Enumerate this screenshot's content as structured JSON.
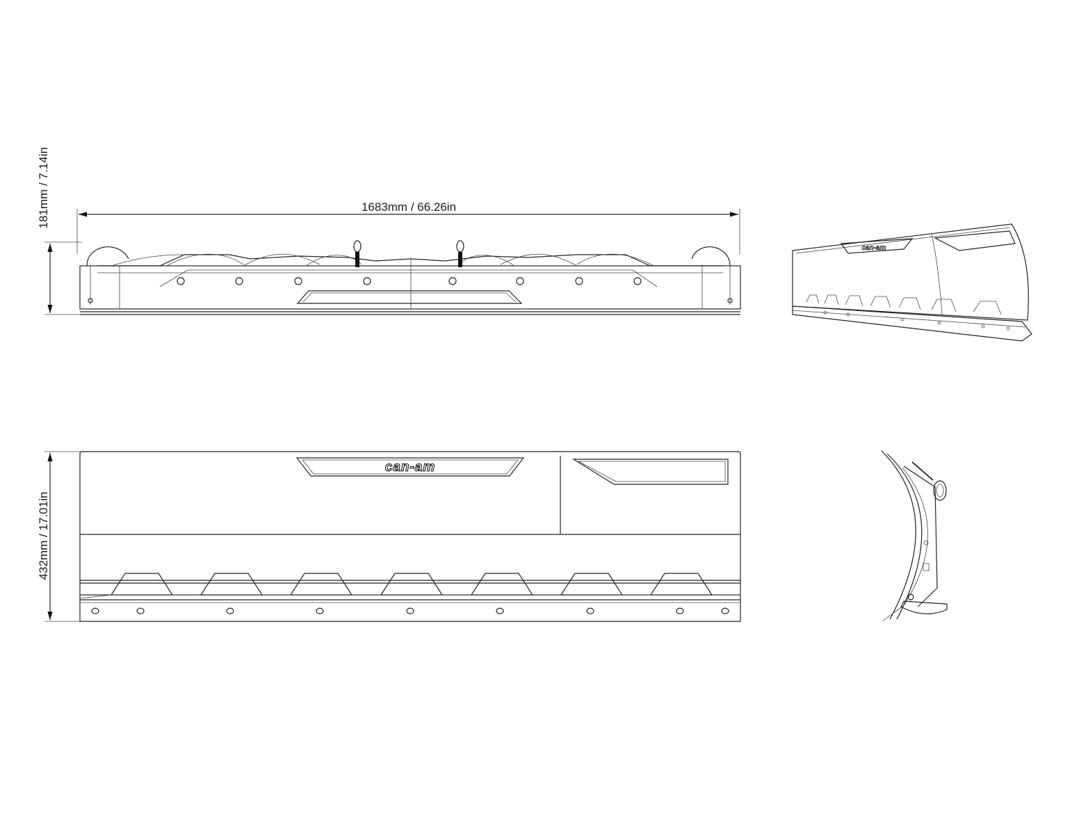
{
  "dimensions": {
    "width": "1683mm / 66.26in",
    "top_height": "181mm / 7.14in",
    "front_height": "432mm / 17.01in"
  },
  "logo_text": "can-am",
  "colors": {
    "line": "#222222",
    "background": "#ffffff"
  }
}
